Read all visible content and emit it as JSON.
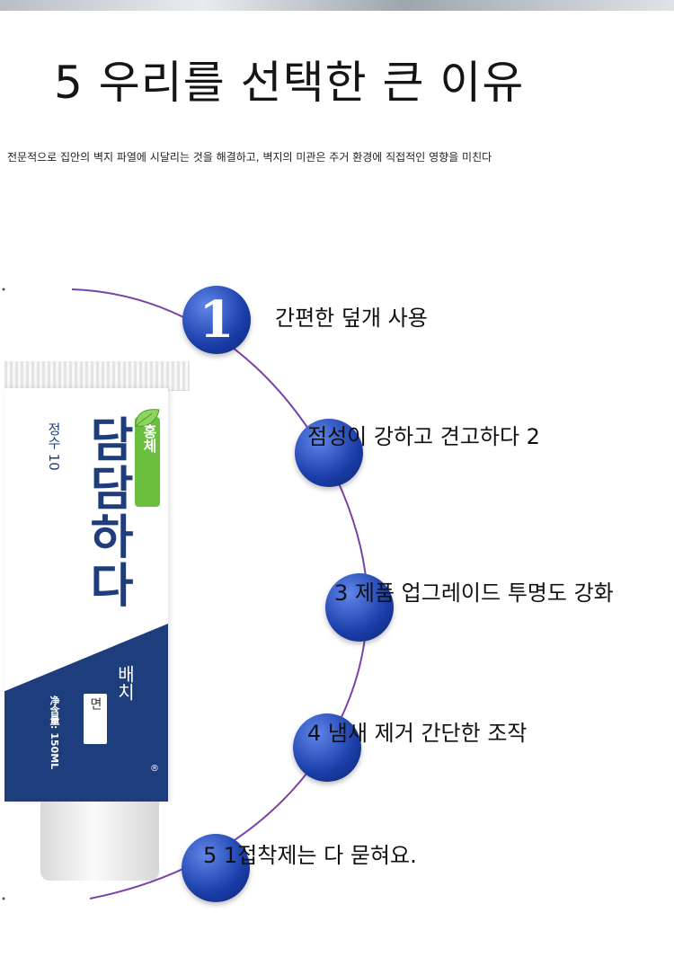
{
  "title": "5 우리를 선택한 큰 이유",
  "subtitle": "전문적으로 집안의 벽지 파열에 시달리는 것을 해결하고, 벽지의 미관은 주거 환경에 직접적인 영향을 미친다",
  "product": {
    "brand_vertical": "담담하다",
    "sub_vertical": "정수 10",
    "badge_vertical": "홍체",
    "blue_label_vertical": "배치",
    "box_label_vertical": "면",
    "weight_vertical": "净含量: 150ML",
    "reg_mark": "®"
  },
  "points": [
    {
      "badge": "1",
      "text": "간편한 덮개 사용"
    },
    {
      "badge": "",
      "text": "점성이 강하고 견고하다 2"
    },
    {
      "badge": "",
      "text": "3 제품 업그레이드 투명도 강화"
    },
    {
      "badge": "",
      "text": "4 냄새 제거 간단한 조작"
    },
    {
      "badge": "",
      "text": "5 1접착제는 다 묻혀요."
    }
  ],
  "colors": {
    "accent_blue": "#1a3da8",
    "arc_purple": "#6a2ea0",
    "tube_blue": "#1d3d7d",
    "leaf_green": "#6bbf3f"
  }
}
